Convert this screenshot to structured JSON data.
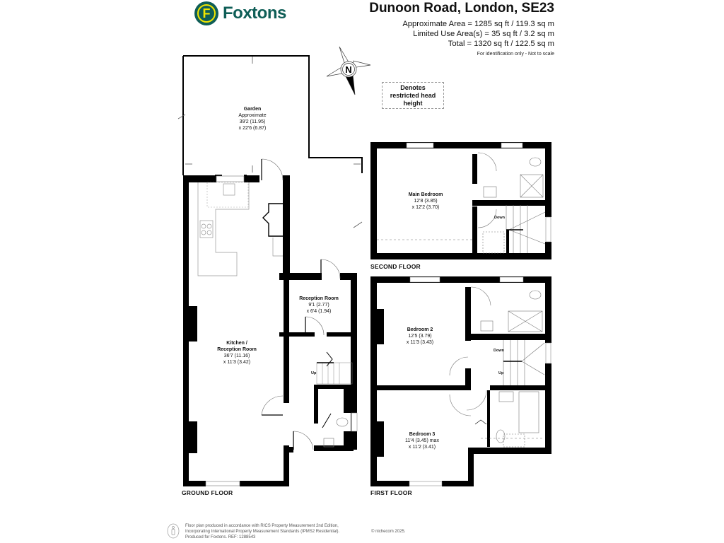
{
  "brand": {
    "name": "Foxtons",
    "badge_letter": "F",
    "colors": {
      "primary": "#0f5e57",
      "accent": "#f2e600"
    }
  },
  "header": {
    "title": "Dunoon Road, London, SE23",
    "areas": [
      "Approximate Area = 1285 sq ft / 119.3 sq m",
      "Limited Use Area(s) = 35 sq ft / 3.2 sq m",
      "Total = 1320 sq ft / 122.5 sq m"
    ],
    "note": "For identification only - Not to scale"
  },
  "compass": {
    "label": "N"
  },
  "legend": {
    "restricted_head_height": "Denotes restricted head height"
  },
  "floors": {
    "ground": {
      "label": "GROUND FLOOR",
      "rooms": [
        {
          "name": "Garden",
          "lines": [
            "Approximate",
            "39'2 (11.95)",
            "x 22'6 (6.87)"
          ]
        },
        {
          "name": "Kitchen /",
          "name2": "Reception Room",
          "lines": [
            "36'7 (11.16)",
            "x 11'3 (3.42)"
          ]
        },
        {
          "name": "Reception Room",
          "lines": [
            "9'1 (2.77)",
            "x 6'4 (1.94)"
          ]
        }
      ],
      "stairs": {
        "up": "Up"
      }
    },
    "first": {
      "label": "FIRST FLOOR",
      "rooms": [
        {
          "name": "Bedroom 2",
          "lines": [
            "12'5 (3.79)",
            "x 11'3 (3.43)"
          ]
        },
        {
          "name": "Bedroom 3",
          "lines": [
            "11'4 (3.45) max",
            "x 11'2 (3.41)"
          ]
        }
      ],
      "stairs": {
        "down": "Down",
        "up": "Up"
      }
    },
    "second": {
      "label": "SECOND FLOOR",
      "rooms": [
        {
          "name": "Main Bedroom",
          "lines": [
            "12'8 (3.85)",
            "x 12'2 (3.70)"
          ]
        }
      ],
      "stairs": {
        "down": "Down"
      }
    }
  },
  "footer": {
    "lines": [
      "Floor plan produced in accordance with RICS Property Measurement 2nd Edition,",
      "Incorporating International Property Measurement Standards (IPMS2 Residential).",
      "Produced for Foxtons.   REF:  1288543"
    ],
    "copyright": "© nichecom 2025."
  }
}
